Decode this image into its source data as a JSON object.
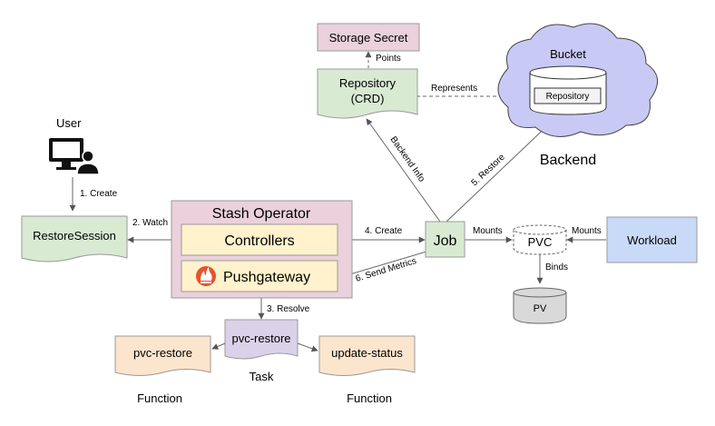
{
  "nodes": {
    "user": "User",
    "restore_session": "RestoreSession",
    "stash_operator": "Stash Operator",
    "controllers": "Controllers",
    "pushgateway": "Pushgateway",
    "storage_secret": "Storage Secret",
    "repository_crd_line1": "Repository",
    "repository_crd_line2": "(CRD)",
    "bucket": "Bucket",
    "bucket_repository": "Repository",
    "backend": "Backend",
    "job": "Job",
    "pvc": "PVC",
    "pv": "PV",
    "workload": "Workload",
    "task_pvc_restore": "pvc-restore",
    "task": "Task",
    "function_pvc_restore": "pvc-restore",
    "function_update_status": "update-status",
    "function_left": "Function",
    "function_right": "Function"
  },
  "edges": {
    "create": "1. Create",
    "watch": "2. Watch",
    "resolve": "3. Resolve",
    "job_create": "4. Create",
    "restore": "5. Restore",
    "send_metrics": "6. Send Metrics",
    "points": "Points",
    "represents": "Represents",
    "backend_info": "Backend Info",
    "mounts_job": "Mounts",
    "mounts_workload": "Mounts",
    "binds": "Binds"
  },
  "colors": {
    "green_fill": "#d9ead3",
    "pink_fill": "#ead1dc",
    "yellow_fill": "#fff2cc",
    "purple_fill": "#d9d2e9",
    "orange_fill": "#fce5cd",
    "blue_fill": "#c9daf8",
    "cloud_fill": "#c9c9f5",
    "gray_fill": "#d9d9d9",
    "pushgateway_logo": "#e6522c"
  },
  "icons": {
    "user": "monitor-with-person-icon",
    "pushgateway": "prometheus-flame-icon"
  }
}
